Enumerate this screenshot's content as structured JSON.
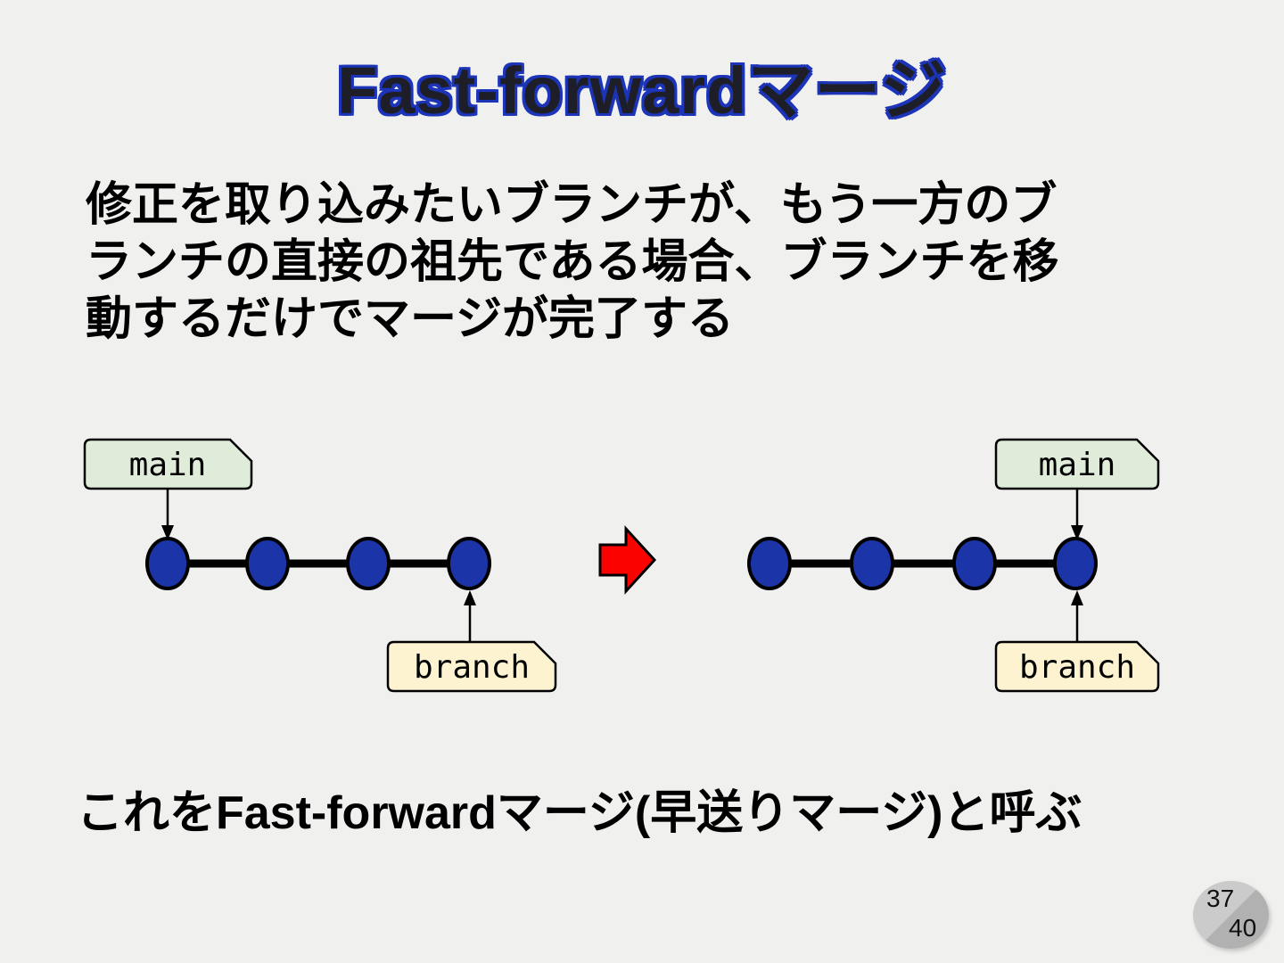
{
  "slide": {
    "title": "Fast-forwardマージ",
    "body_lines": [
      "修正を取り込みたいブランチが、もう一方のブ",
      "ランチの直接の祖先である場合、ブランチを移",
      "動するだけでマージが完了する"
    ],
    "caption": "これをFast-forwardマージ(早送りマージ)と呼ぶ",
    "page": {
      "current": "37",
      "total": "40"
    }
  },
  "diagram": {
    "before": {
      "main_label": "main",
      "branch_label": "branch",
      "commit_count": 4,
      "main_points_to": "first-commit",
      "branch_points_to": "last-commit"
    },
    "after": {
      "main_label": "main",
      "branch_label": "branch",
      "commit_count": 4,
      "main_points_to": "last-commit",
      "branch_points_to": "last-commit"
    },
    "colors": {
      "node_fill": "#1b34a7",
      "main_box_fill": "#deecd9",
      "branch_box_fill": "#fdf3d1",
      "transition_arrow": "#fb0100",
      "outline": "#000000"
    }
  }
}
